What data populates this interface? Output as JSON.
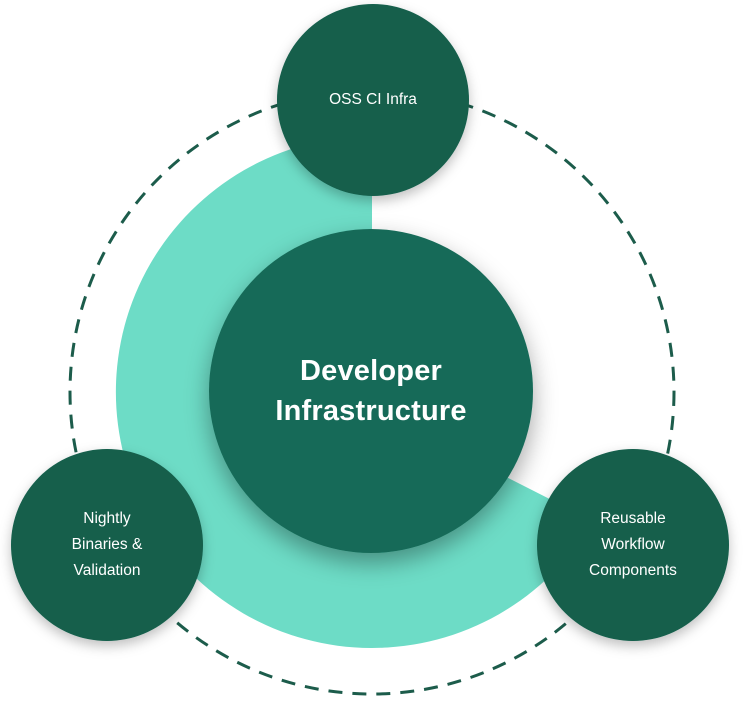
{
  "center": {
    "line1": "Developer",
    "line2": "Infrastructure"
  },
  "nodes": {
    "top": {
      "lines": [
        "OSS CI Infra"
      ]
    },
    "left": {
      "lines": [
        "Nightly",
        "Binaries &",
        "Validation"
      ]
    },
    "right": {
      "lines": [
        "Reusable",
        "Workflow",
        "Components"
      ]
    }
  },
  "colors": {
    "dark_green": "#135e4c",
    "center_green": "#176b58",
    "ring_mint": "#6ddcc6",
    "dashed_line": "#1c5c4b",
    "background": "#ffffff"
  }
}
